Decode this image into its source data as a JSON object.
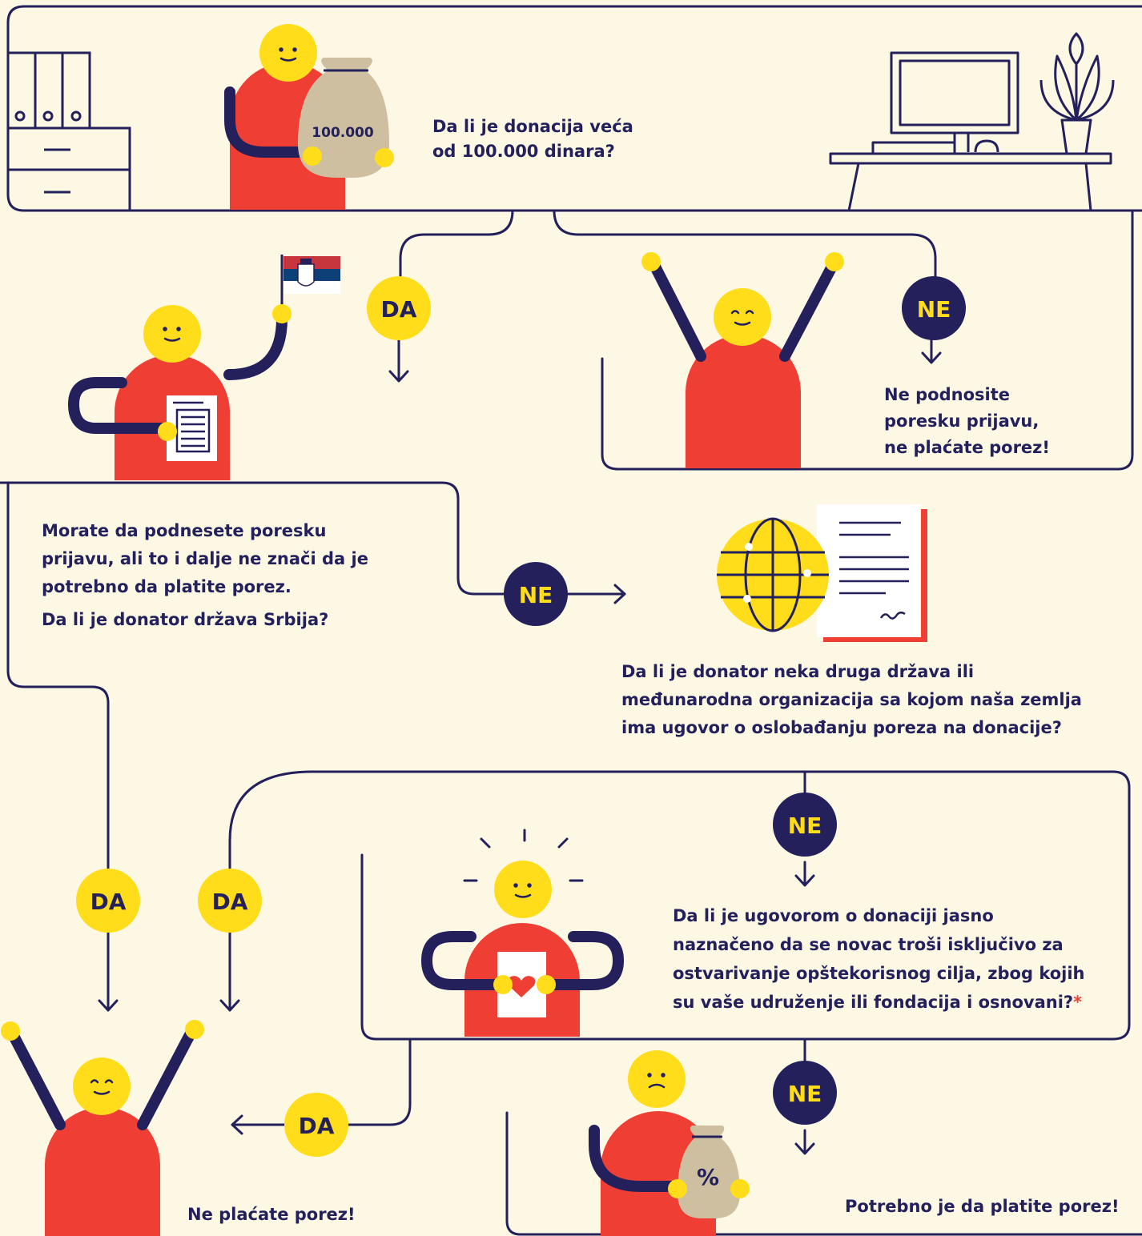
{
  "colors": {
    "background": "#fdf8e4",
    "line": "#23205c",
    "yellow": "#ffdd1a",
    "red": "#ef3f35",
    "bag": "#cfbfa1",
    "white": "#ffffff"
  },
  "bag_label": "100.000",
  "percent_label": "%",
  "labels": {
    "da": "DA",
    "ne": "NE"
  },
  "texts": {
    "q1": [
      "Da li je donacija veća",
      "od 100.000 dinara?"
    ],
    "no_report": [
      "Ne podnosite",
      "poresku prijavu,",
      "ne plaćate porez!"
    ],
    "must_report": [
      "Morate da podnesete poresku",
      "prijavu, ali to i dalje ne znači da je",
      "potrebno da platite porez."
    ],
    "q2": "Da li je donator država Srbija?",
    "q3": [
      "Da li je donator neka druga država ili",
      "međunarodna organizacija sa kojom naša zemlja",
      "ima ugovor o oslobađanju poreza na donacije?"
    ],
    "q4": [
      "Da li je ugovorom o donaciji jasno",
      "naznačeno da se novac troši isključivo za",
      "ostvarivanje opštekorisnog cilja, zbog kojih",
      "su vaše udruženje ili fondacija i osnovani?"
    ],
    "q4_asterisk": "*",
    "no_tax": "Ne plaćate porez!",
    "pay_tax": "Potrebno je da platite porez!"
  }
}
